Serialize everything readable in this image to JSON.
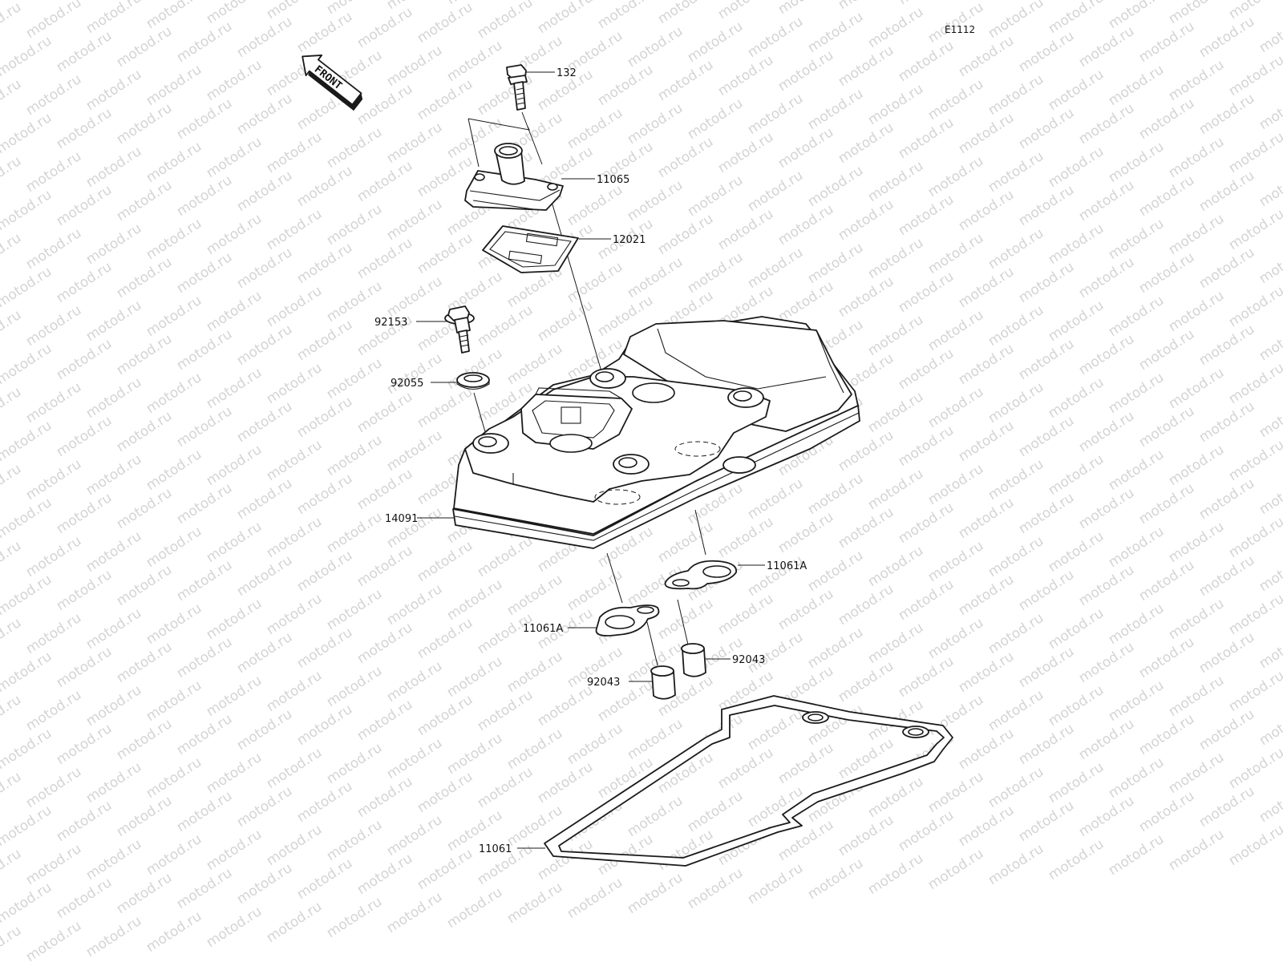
{
  "diagram_code": "E1112",
  "orientation": {
    "label": "FRONT"
  },
  "watermark": "motod.ru",
  "parts": {
    "p132": "132",
    "p11065": "11065",
    "p12021": "12021",
    "p92153": "92153",
    "p92055": "92055",
    "p14091": "14091",
    "p11061a_right": "11061A",
    "p11061a_left": "11061A",
    "p92043_right": "92043",
    "p92043_left": "92043",
    "p11061": "11061"
  }
}
